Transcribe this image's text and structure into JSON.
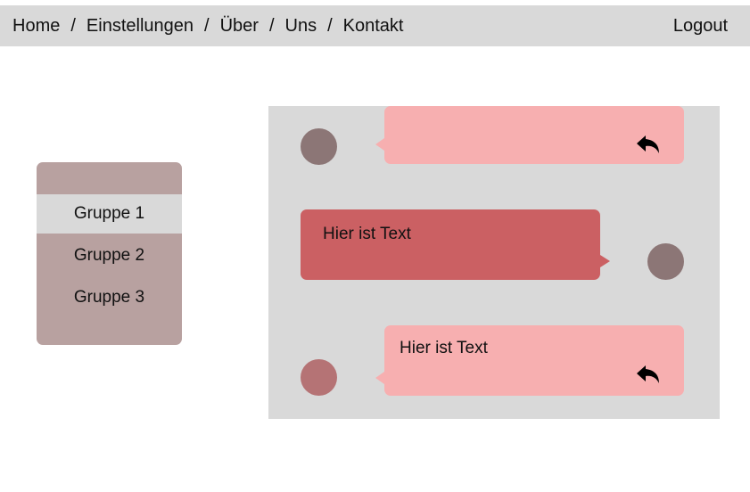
{
  "nav": {
    "breadcrumbs": [
      "Home",
      "Einstellungen",
      "Über",
      "Uns",
      "Kontakt"
    ],
    "separator": "/",
    "logout_label": "Logout"
  },
  "groups": {
    "items": [
      "Gruppe 1",
      "Gruppe 2",
      "Gruppe 3"
    ],
    "selected": "Gruppe 1"
  },
  "chat": {
    "messages": [
      {
        "side": "received",
        "text": "",
        "icon": "reply-icon"
      },
      {
        "side": "sent",
        "text": "Hier ist Text",
        "icon": ""
      },
      {
        "side": "received",
        "text": "Hier ist Text",
        "icon": "reply-icon"
      }
    ]
  },
  "colors": {
    "topbar": "#d9d9d9",
    "group_panel": "#b8a1a0",
    "group_selected": "#d9d9d9",
    "chat_background": "#d9d9d9",
    "bubble_received": "#f7afb0",
    "bubble_sent": "#cb6063",
    "avatar_1": "#8c7676",
    "avatar_2": "#8c7676",
    "avatar_3": "#b57375"
  }
}
